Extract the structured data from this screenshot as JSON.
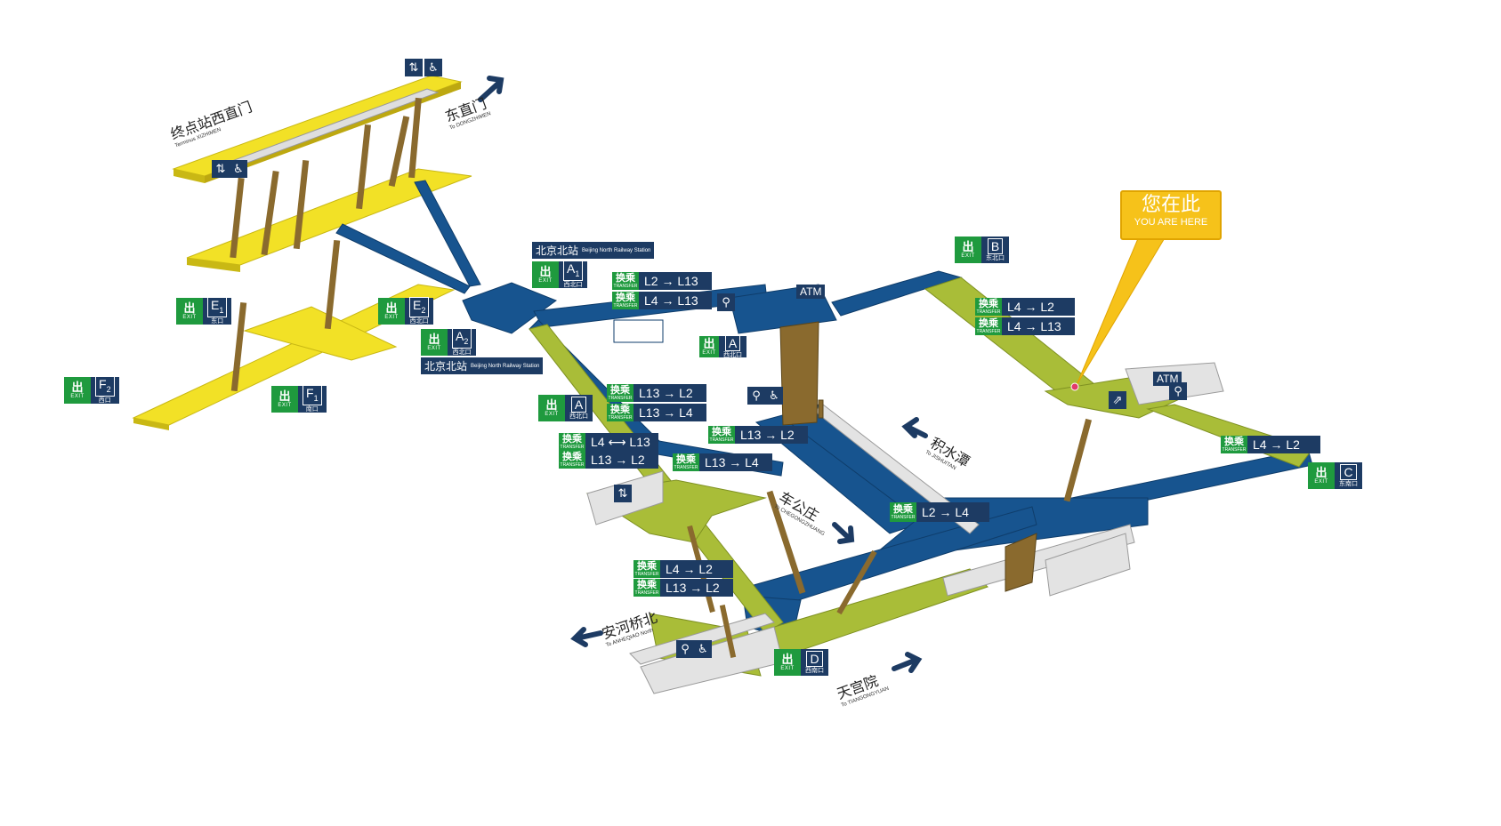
{
  "colors": {
    "line4_dark_blue": "#17548f",
    "line13_yellow": "#f2e126",
    "line2_green": "#a9bd38",
    "stairs_brown": "#8a6a2e",
    "sign_green": "#1f9a3e",
    "sign_navy": "#1d3b63"
  },
  "you_are_here": {
    "zh": "您在此",
    "en": "YOU ARE HERE"
  },
  "exits": [
    {
      "id": "B",
      "letter": "B",
      "sub": "",
      "name": "东北口",
      "ch": "出",
      "en": "EXIT"
    },
    {
      "id": "A1",
      "letter": "A",
      "sub": "1",
      "name": "西北口",
      "ch": "出",
      "en": "EXIT",
      "top_label": "北京北站",
      "top_label_en": "Beijing North Railway Station"
    },
    {
      "id": "A2",
      "letter": "A",
      "sub": "2",
      "name": "西北口",
      "ch": "出",
      "en": "EXIT",
      "bottom_label": "北京北站",
      "bottom_label_en": "Beijing North Railway Station"
    },
    {
      "id": "E1",
      "letter": "E",
      "sub": "1",
      "name": "东口",
      "ch": "出",
      "en": "EXIT"
    },
    {
      "id": "E2",
      "letter": "E",
      "sub": "2",
      "name": "西北口",
      "ch": "出",
      "en": "EXIT"
    },
    {
      "id": "F2",
      "letter": "F",
      "sub": "2",
      "name": "西口",
      "ch": "出",
      "en": "EXIT"
    },
    {
      "id": "F1",
      "letter": "F",
      "sub": "1",
      "name": "南口",
      "ch": "出",
      "en": "EXIT"
    },
    {
      "id": "A_mid",
      "letter": "A",
      "sub": "",
      "name": "西北口",
      "ch": "出",
      "en": "EXIT"
    },
    {
      "id": "A_left",
      "letter": "A",
      "sub": "",
      "name": "西北口",
      "ch": "出",
      "en": "EXIT"
    },
    {
      "id": "C",
      "letter": "C",
      "sub": "",
      "name": "东南口",
      "ch": "出",
      "en": "EXIT"
    },
    {
      "id": "D",
      "letter": "D",
      "sub": "",
      "name": "西南口",
      "ch": "出",
      "en": "EXIT"
    }
  ],
  "transfer_label": {
    "ch": "换乘",
    "en": "TRANSFER"
  },
  "transfers": [
    {
      "id": "t1",
      "route": "L2 → L13"
    },
    {
      "id": "t2",
      "route": "L4 → L13"
    },
    {
      "id": "t3",
      "route": "L4 → L2"
    },
    {
      "id": "t4",
      "route": "L4 → L13"
    },
    {
      "id": "t5",
      "route": "L13 → L2"
    },
    {
      "id": "t6",
      "route": "L13 → L4"
    },
    {
      "id": "t7",
      "route": "L4 ⟷ L13"
    },
    {
      "id": "t8",
      "route": "L13 → L2"
    },
    {
      "id": "t9",
      "route": "L13 → L2"
    },
    {
      "id": "t10",
      "route": "L13 → L4"
    },
    {
      "id": "t11",
      "route": "L2 → L4"
    },
    {
      "id": "t12",
      "route": "L4 → L2"
    },
    {
      "id": "t13",
      "route": "L4 → L2"
    },
    {
      "id": "t14",
      "route": "L13 → L2"
    }
  ],
  "directions": [
    {
      "id": "terminus",
      "zh": "终点站西直门",
      "en": "Terminus XIZHIMEN"
    },
    {
      "id": "dongzhimen",
      "zh": "东直门",
      "en": "To DONGZHIMEN"
    },
    {
      "id": "jishuitan",
      "zh": "积水潭",
      "en": "To JISHUITAN"
    },
    {
      "id": "chegongzhuang",
      "zh": "车公庄",
      "en": "To CHEGONGZHUANG"
    },
    {
      "id": "anheqiao",
      "zh": "安河桥北",
      "en": "To ANHEQIAO North"
    },
    {
      "id": "tiangongyuan",
      "zh": "天宫院",
      "en": "To TIANGONGYUAN"
    }
  ],
  "facilities": {
    "atm": "ATM",
    "atm2": "ATM"
  }
}
